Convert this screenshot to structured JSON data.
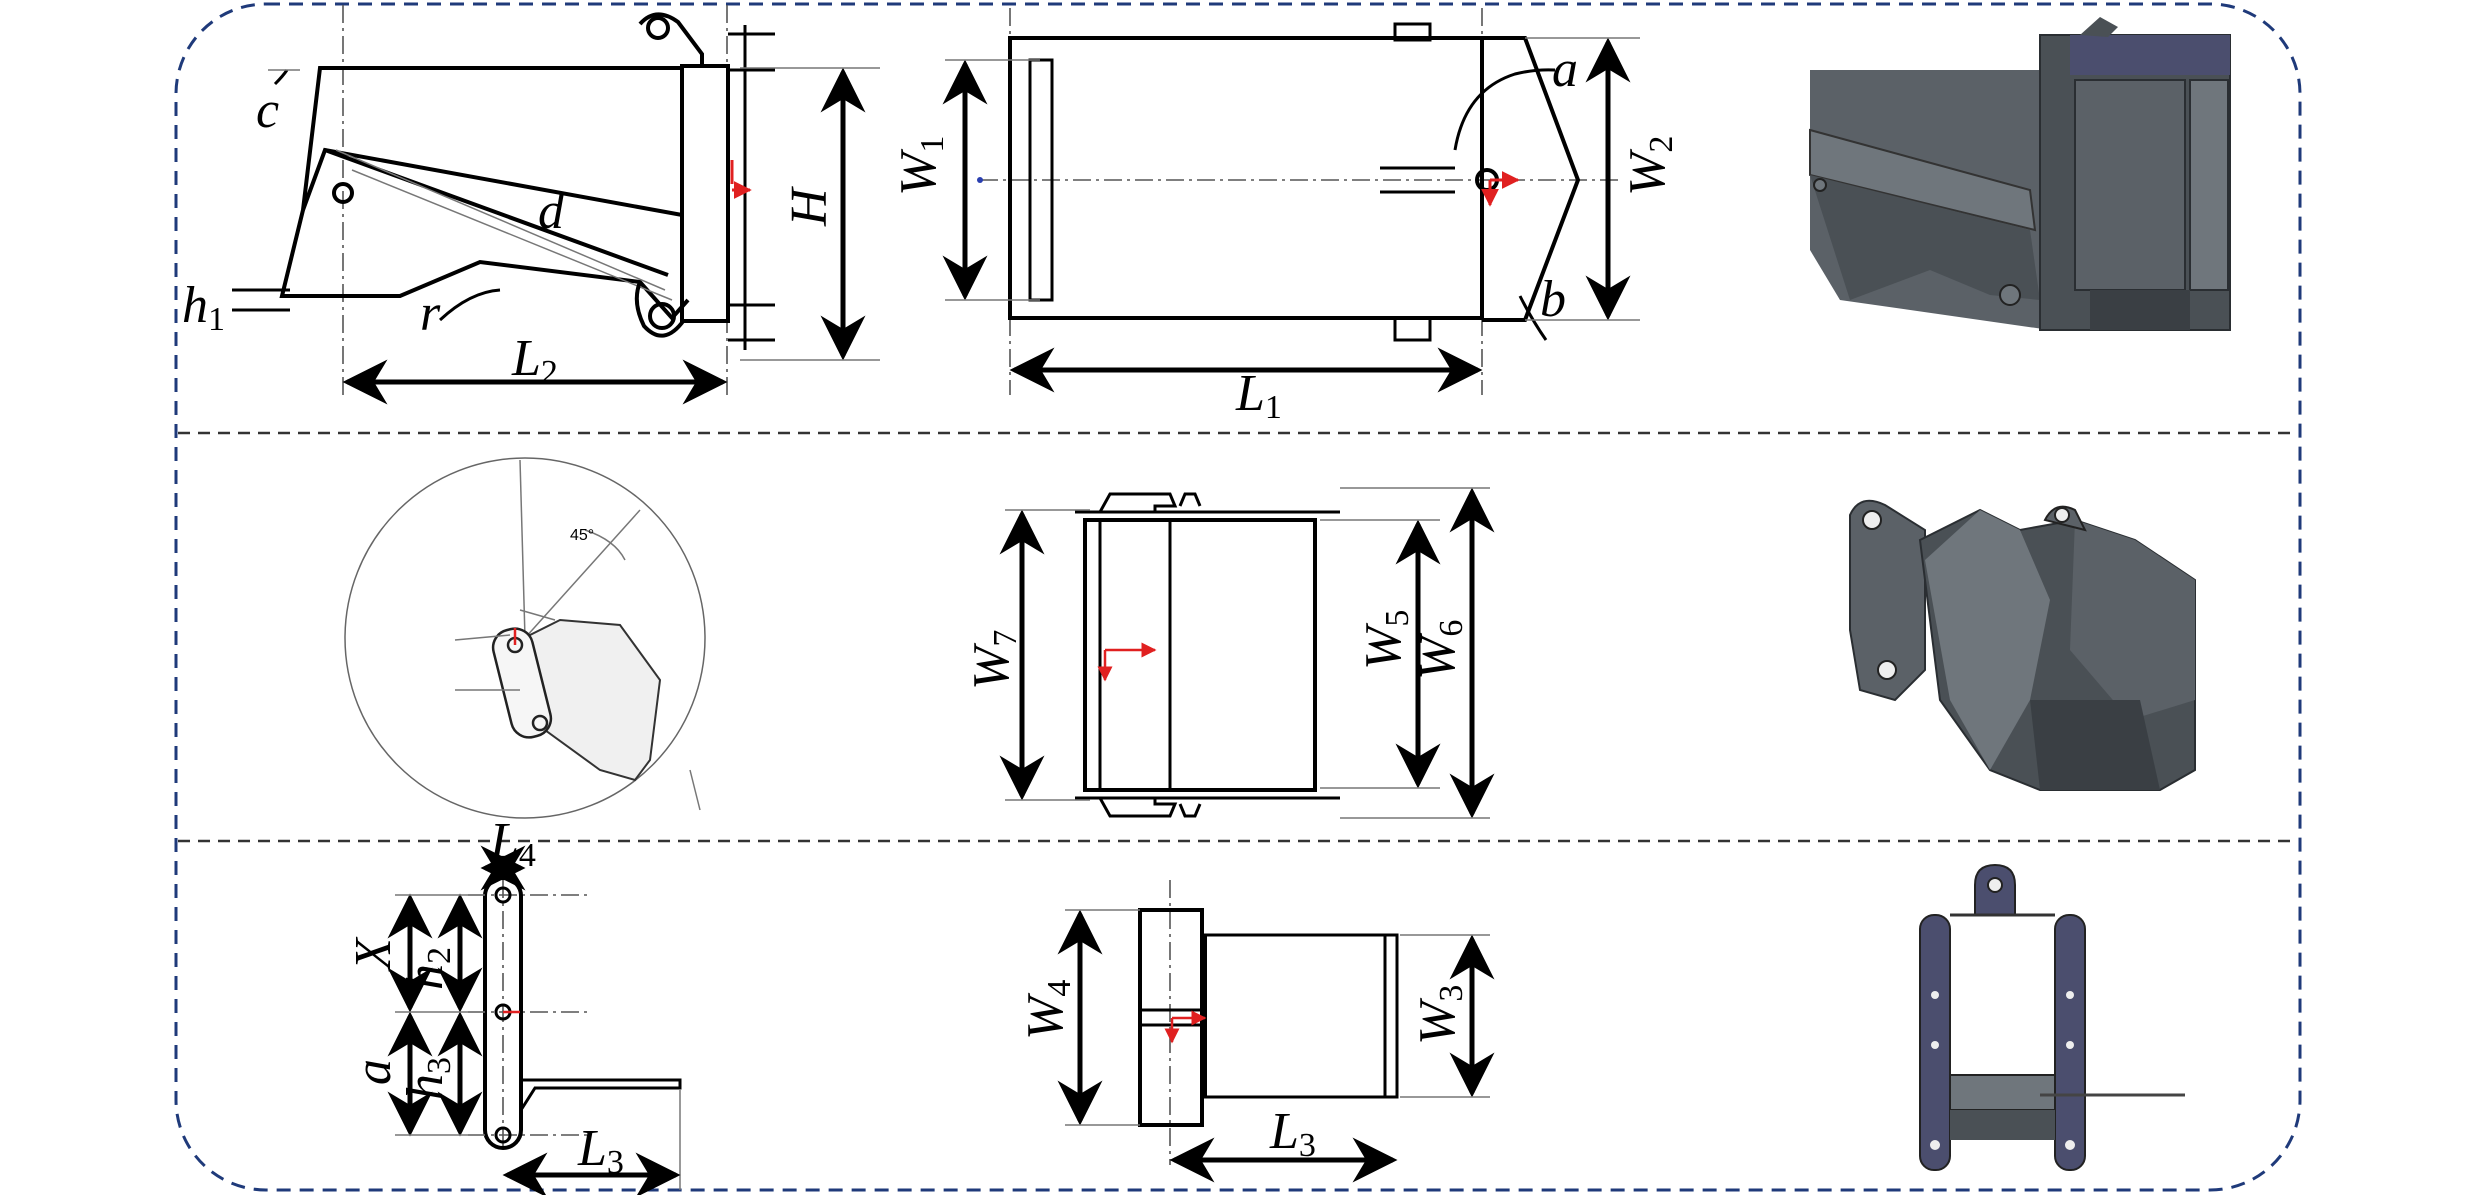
{
  "labels": {
    "c": "c",
    "h1_base": "h",
    "h1_sub": "1",
    "r": "r",
    "d": "d",
    "H": "H",
    "L2_base": "L",
    "L2_sub": "2",
    "a_top": "a",
    "b": "b",
    "W1_base": "W",
    "W1_sub": "1",
    "W2_base": "W",
    "W2_sub": "2",
    "L1_base": "L",
    "L1_sub": "1",
    "W7_base": "W",
    "W7_sub": "7",
    "W5_base": "W",
    "W5_sub": "5",
    "W6_base": "W",
    "W6_sub": "6",
    "angle45": "45°",
    "L4_base": "L",
    "L4_sub": "4",
    "X": "X",
    "a_bottom": "a",
    "h2_base": "h",
    "h2_sub": "2",
    "h3_base": "h",
    "h3_sub": "3",
    "L3_base": "L",
    "L3_sub": "3",
    "W4_base": "W",
    "W4_sub": "4",
    "W3_base": "W",
    "W3_sub": "3",
    "L3b_base": "L",
    "L3b_sub": "3"
  },
  "colors": {
    "frame": "#1f3a7a",
    "model_dark": "#4a5055",
    "model_mid": "#5b6167",
    "model_light": "#6f767c",
    "model_purple": "#4b4e6e",
    "axis_red": "#e02020",
    "point_blue": "#2a3fb0"
  }
}
